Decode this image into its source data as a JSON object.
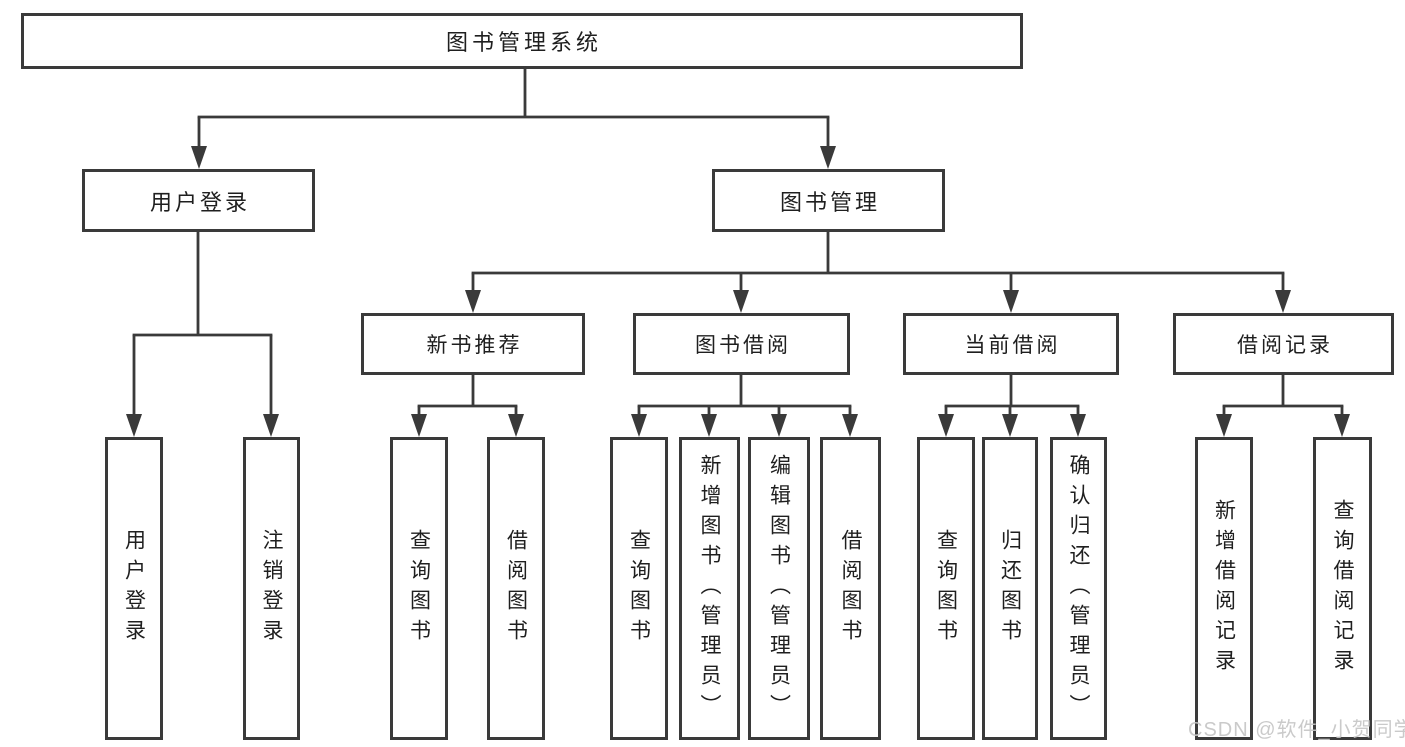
{
  "tree": {
    "label": "图书管理系统",
    "children": [
      {
        "label": "用户登录",
        "children": [
          {
            "label": "用户登录"
          },
          {
            "label": "注销登录"
          }
        ]
      },
      {
        "label": "图书管理",
        "children": [
          {
            "label": "新书推荐",
            "children": [
              {
                "label": "查询图书"
              },
              {
                "label": "借阅图书"
              }
            ]
          },
          {
            "label": "图书借阅",
            "children": [
              {
                "label": "查询图书"
              },
              {
                "label": "新增图书（管理员）"
              },
              {
                "label": "编辑图书（管理员）"
              },
              {
                "label": "借阅图书"
              }
            ]
          },
          {
            "label": "当前借阅",
            "children": [
              {
                "label": "查询图书"
              },
              {
                "label": "归还图书"
              },
              {
                "label": "确认归还（管理员）"
              }
            ]
          },
          {
            "label": "借阅记录",
            "children": [
              {
                "label": "新增借阅记录"
              },
              {
                "label": "查询借阅记录"
              }
            ]
          }
        ]
      }
    ]
  },
  "watermark": {
    "text": "CSDN @软件_小贺同学"
  },
  "colors": {
    "line": "#3a3a3a",
    "text": "#1f1f1f",
    "watermark": "#c6c6c6",
    "background": "#ffffff"
  }
}
